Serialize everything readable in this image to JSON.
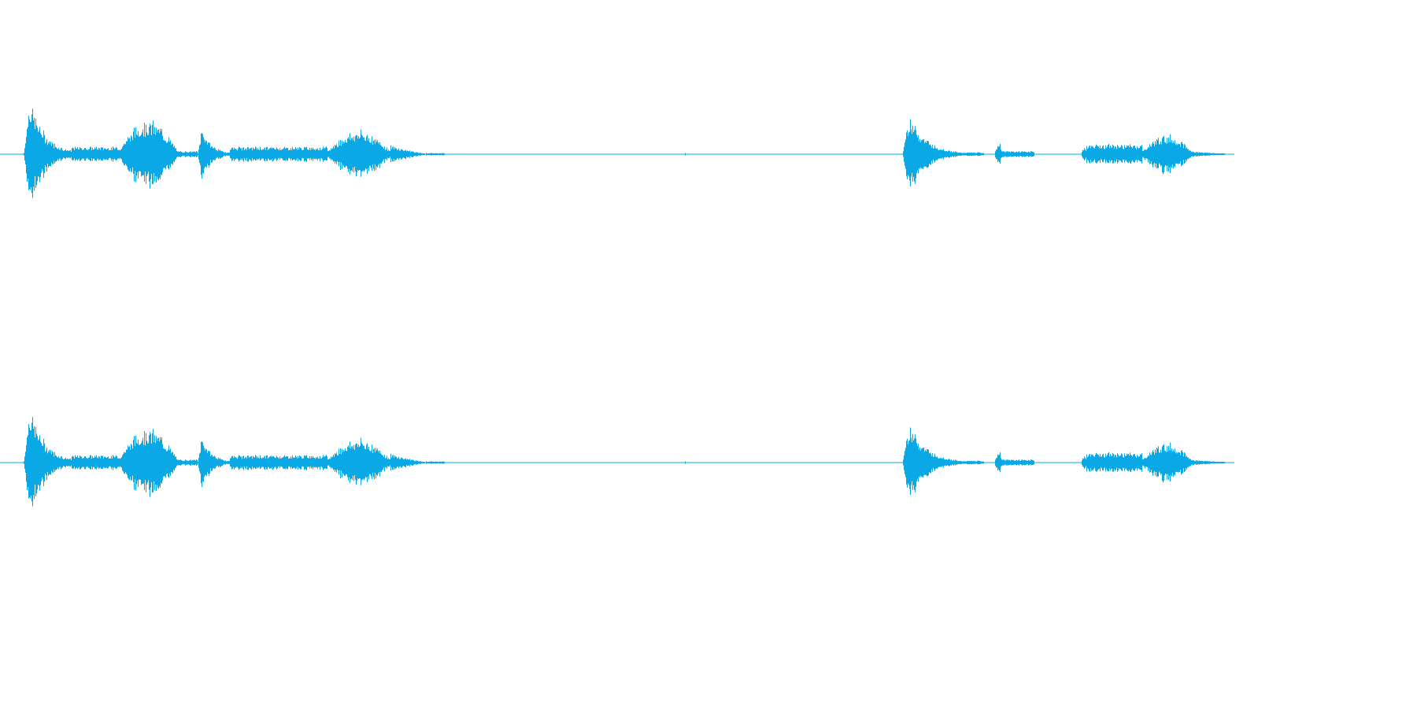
{
  "colors": {
    "background": "#ffffff",
    "waveform": "#0aa8e4"
  },
  "audio": {
    "channel_count": 2,
    "channels": [
      {
        "id": "channel-1"
      },
      {
        "id": "channel-2"
      }
    ],
    "segments": [
      {
        "start": 0.019,
        "end": 0.058,
        "peak": 0.95,
        "shape": "attack"
      },
      {
        "start": 0.058,
        "end": 0.096,
        "peak": 0.12,
        "shape": "flat"
      },
      {
        "start": 0.096,
        "end": 0.143,
        "peak": 0.55,
        "shape": "dome"
      },
      {
        "start": 0.143,
        "end": 0.16,
        "peak": 0.05,
        "shape": "flat"
      },
      {
        "start": 0.16,
        "end": 0.186,
        "peak": 0.45,
        "shape": "attack"
      },
      {
        "start": 0.186,
        "end": 0.265,
        "peak": 0.12,
        "shape": "flat"
      },
      {
        "start": 0.265,
        "end": 0.316,
        "peak": 0.38,
        "shape": "dome"
      },
      {
        "start": 0.316,
        "end": 0.345,
        "peak": 0.14,
        "shape": "release"
      },
      {
        "start": 0.345,
        "end": 0.36,
        "peak": 0.02,
        "shape": "flat"
      },
      {
        "start": 0.731,
        "end": 0.775,
        "peak": 0.7,
        "shape": "attack"
      },
      {
        "start": 0.775,
        "end": 0.797,
        "peak": 0.03,
        "shape": "flat"
      },
      {
        "start": 0.806,
        "end": 0.812,
        "peak": 0.22,
        "shape": "spike"
      },
      {
        "start": 0.812,
        "end": 0.838,
        "peak": 0.05,
        "shape": "flat"
      },
      {
        "start": 0.876,
        "end": 0.88,
        "peak": 0.15,
        "shape": "spike"
      },
      {
        "start": 0.88,
        "end": 0.925,
        "peak": 0.16,
        "shape": "flat"
      },
      {
        "start": 0.925,
        "end": 0.965,
        "peak": 0.32,
        "shape": "dome"
      },
      {
        "start": 0.965,
        "end": 0.995,
        "peak": 0.05,
        "shape": "release"
      }
    ],
    "blips": [
      0.555
    ]
  }
}
